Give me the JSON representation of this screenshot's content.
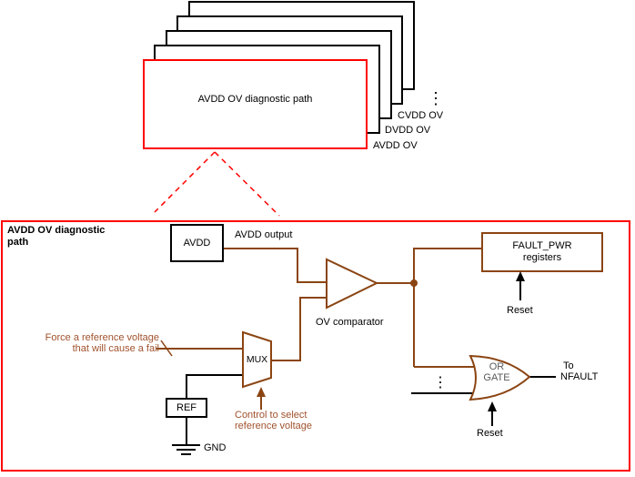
{
  "stack": {
    "front_label": "AVDD OV diagnostic path",
    "side_labels": [
      "CVDD OV",
      "DVDD OV",
      "AVDD OV"
    ],
    "ellipsis": "⋮"
  },
  "panel": {
    "title_line1": "AVDD OV diagnostic",
    "title_line2": "path",
    "avdd_block_label": "AVDD",
    "avdd_output_label": "AVDD output",
    "ov_comparator_label": "OV comparator",
    "mux_label": "MUX",
    "force_line1": "Force a reference voltage",
    "force_line2": "that will cause a fail",
    "ref_block_label": "REF",
    "gnd_label": "GND",
    "control_line1": "Control to select",
    "control_line2": "reference voltage",
    "fault_pwr_line1": "FAULT_PWR",
    "fault_pwr_line2": "registers",
    "reset_fault_pwr_label": "Reset",
    "reset_or_gate_label": "Reset",
    "or_gate_line1": "OR",
    "or_gate_line2": "GATE",
    "nfault_line1": "To",
    "nfault_line2": "NFAULT",
    "or_inputs_ellipsis": "⋮"
  },
  "colors": {
    "red": "#FF0000",
    "brown": "#8B4513",
    "brown_text": "#A0522D",
    "black": "#000000",
    "or_gate_text": "#595959",
    "background": "#FFFFFF"
  }
}
